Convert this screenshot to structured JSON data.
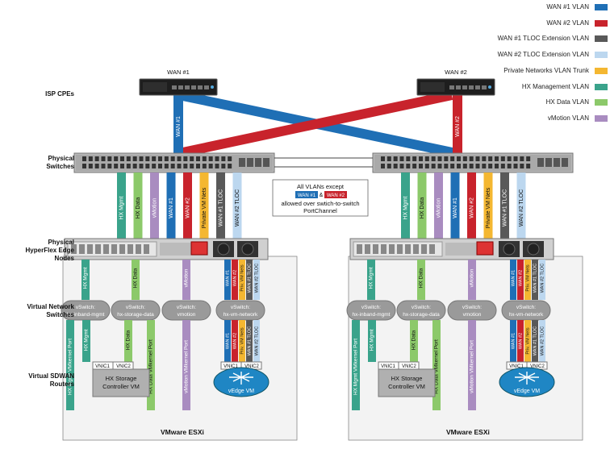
{
  "row_labels": {
    "isp": "ISP CPEs",
    "switch": "Physical\nSwitches",
    "hx": "Physical\nHyperFlex Edge\nNodes",
    "vswitch": "Virtual Network\nSwitches",
    "sdwan": "Virtual SDWAN\nRouters"
  },
  "legend": [
    {
      "label": "WAN #1 VLAN",
      "color": "#1f6fb5"
    },
    {
      "label": "WAN #2 VLAN",
      "color": "#c8232c"
    },
    {
      "label": "WAN #1 TLOC Extension VLAN",
      "color": "#595959"
    },
    {
      "label": "WAN #2 TLOC Extension VLAN",
      "color": "#bcd7ef"
    },
    {
      "label": "Private Networks VLAN Trunk",
      "color": "#f4b731"
    },
    {
      "label": "HX Management VLAN",
      "color": "#3aa38b"
    },
    {
      "label": "HX Data VLAN",
      "color": "#8cc96a"
    },
    {
      "label": "vMotion VLAN",
      "color": "#a98cc0"
    }
  ],
  "colors": {
    "wan1": "#1f6fb5",
    "wan2": "#c8232c",
    "tloc1": "#595959",
    "tloc2": "#bcd7ef",
    "priv": "#f4b731",
    "mgmt": "#3aa38b",
    "data": "#8cc96a",
    "vmotion": "#a98cc0"
  },
  "wan_titles": {
    "left": "WAN #1",
    "right": "WAN #2"
  },
  "cross_labels": {
    "wan1_a": "WAN #1",
    "wan2_a": "WAN #2",
    "wan1_b": "WAN #1",
    "wan2_b": "WAN #2"
  },
  "callout": {
    "line1": "All VLANs except",
    "badge1": "WAN #1",
    "amp": "&",
    "badge2": "WAN #2",
    "line3": "allowed over swtich-to-switch",
    "line4": "PortChannel"
  },
  "uplink_labels": [
    "HX Mgmt",
    "HX Data",
    "vMotion",
    "WAN #1",
    "WAN #2",
    "Private VM Nets",
    "WAN #1 TLOC",
    "WAN #2 TLOC"
  ],
  "node_labels": {
    "mgmt": "HX Mgmt",
    "data": "HX Data",
    "vmotion": "vMotion",
    "wan1": "WAN #1",
    "wan2": "WAN #2",
    "priv": "Priv. VM Nets",
    "tloc1": "WAN #1 TLOC",
    "tloc2": "WAN #2 TLOC"
  },
  "vswitches": [
    {
      "line1": "vSwitch:",
      "line2": "hx-inband-mgmt"
    },
    {
      "line1": "vSwitch:",
      "line2": "hx-storage-data"
    },
    {
      "line1": "vSwitch:",
      "line2": "vmotion"
    },
    {
      "line1": "vSwitch:",
      "line2": "hx-vm-network"
    }
  ],
  "port_labels": {
    "mgmt_vmk": "HX Mgmt VMkernel Port",
    "mgmt": "HX Mgmt",
    "data": "HX Data",
    "data_vmk": "HX Data VMkernel Port",
    "vmotion_vmk": "vMotion VMkernel Port"
  },
  "vnic": [
    "VNIC1",
    "VNIC2"
  ],
  "controller": {
    "line1": "HX Storage",
    "line2": "Controller VM"
  },
  "vedge": {
    "label": "vEdge VM"
  },
  "esxi": "VMware ESXi"
}
